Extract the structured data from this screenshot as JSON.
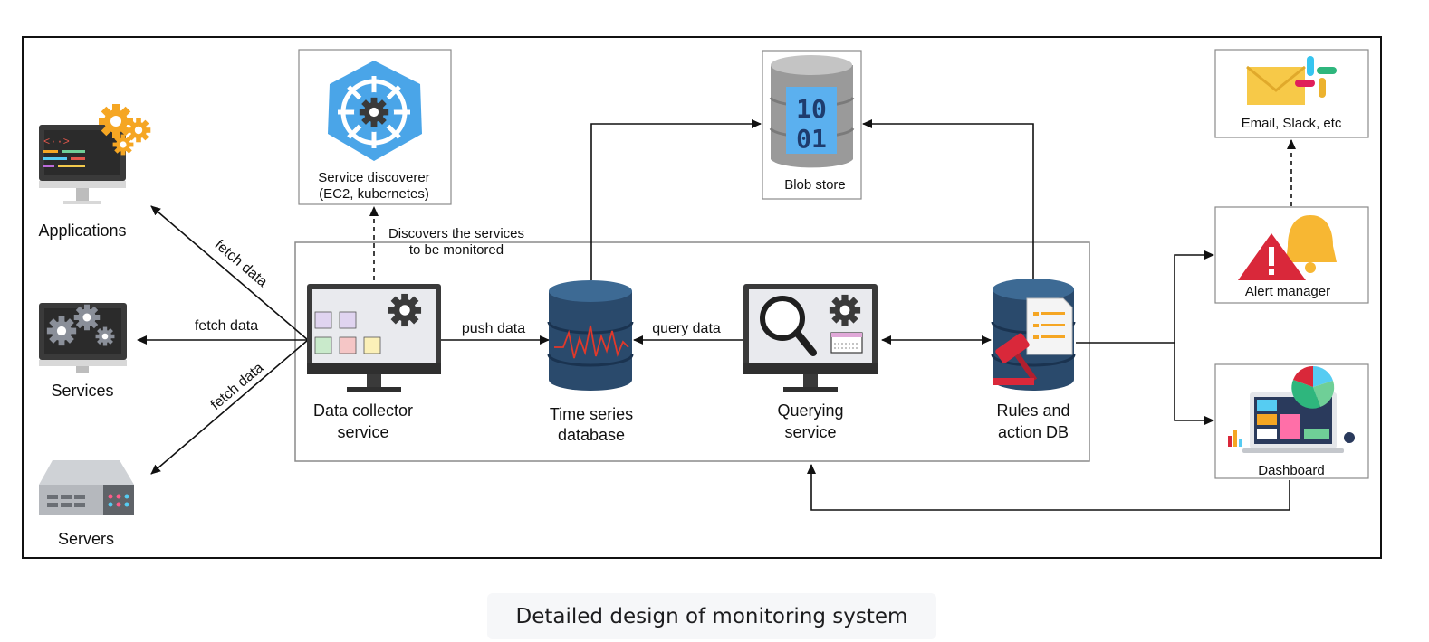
{
  "caption": "Detailed design of monitoring system",
  "sources": {
    "applications": "Applications",
    "services": "Services",
    "servers": "Servers"
  },
  "nodes": {
    "service_discoverer_line1": "Service discoverer",
    "service_discoverer_line2": "(EC2, kubernetes)",
    "blob_store": "Blob store",
    "email_slack": "Email, Slack, etc",
    "alert_manager": "Alert manager",
    "dashboard": "Dashboard",
    "data_collector_line1": "Data collector",
    "data_collector_line2": "service",
    "tsdb_line1": "Time series",
    "tsdb_line2": "database",
    "querying_line1": "Querying",
    "querying_line2": "service",
    "rules_line1": "Rules and",
    "rules_line2": "action DB"
  },
  "edges": {
    "fetch_apps": "fetch data",
    "fetch_services": "fetch data",
    "fetch_servers": "fetch data",
    "discovers_line1": "Discovers the services",
    "discovers_line2": "to be monitored",
    "push": "push data",
    "query": "query data"
  },
  "blob_digits": [
    "10",
    "01"
  ],
  "colors": {
    "frame": "#111111",
    "inner_frame": "#8a8a8a",
    "monitor_dark": "#3a3a3a",
    "screen": "#e9eaee",
    "db_navy": "#2a4a6c",
    "kube_blue": "#4aa5e8",
    "gear_orange": "#f5a623",
    "alert_red": "#d9283a",
    "bell_yellow": "#f7b733"
  }
}
